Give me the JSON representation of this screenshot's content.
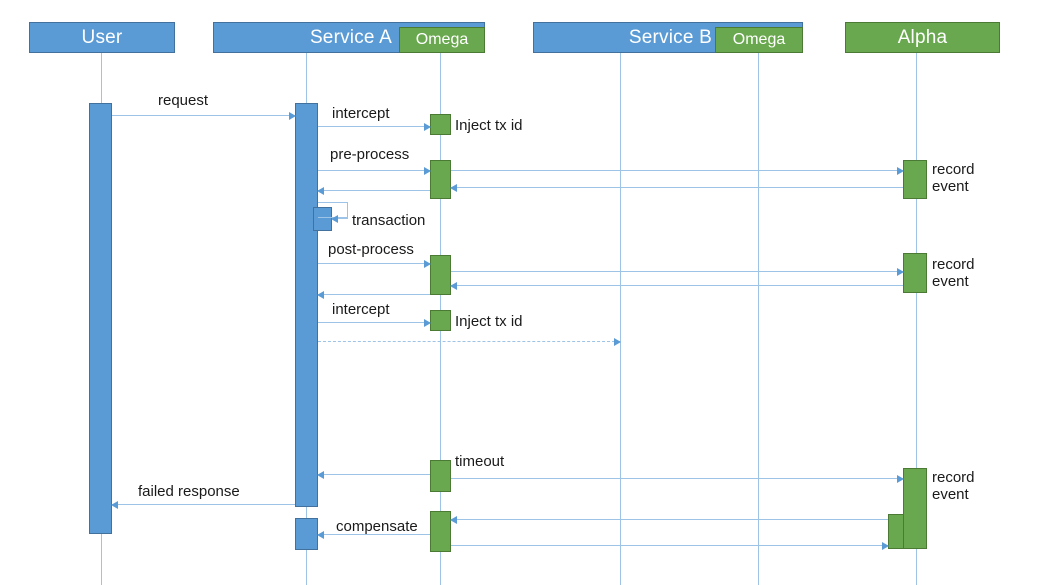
{
  "diagram": {
    "type": "sequence-diagram",
    "colors": {
      "actor_blue": "#5b9bd5",
      "actor_blue_border": "#41719c",
      "agent_green": "#6aa84f",
      "agent_green_border": "#4a7a33",
      "lifeline": "#9dc3e6",
      "text": "#1a1a1a"
    },
    "participants": [
      {
        "id": "user",
        "label": "User",
        "kind": "blue",
        "badge": null
      },
      {
        "id": "servicea",
        "label": "Service A",
        "kind": "blue",
        "badge": "Omega"
      },
      {
        "id": "serviceb",
        "label": "Service B",
        "kind": "blue",
        "badge": "Omega"
      },
      {
        "id": "alpha",
        "label": "Alpha",
        "kind": "green",
        "badge": null
      }
    ],
    "messages": [
      {
        "id": "m1",
        "label": "request",
        "from": "user",
        "to": "servicea",
        "style": "solid"
      },
      {
        "id": "m2",
        "label": "intercept",
        "from": "servicea",
        "to": "omega-a",
        "style": "solid"
      },
      {
        "id": "m3",
        "label": "Inject tx id",
        "from": "omega-a",
        "to": "omega-a",
        "style": "note"
      },
      {
        "id": "m4",
        "label": "pre-process",
        "from": "servicea",
        "to": "omega-a",
        "style": "solid"
      },
      {
        "id": "m5",
        "label": "record event",
        "from": "omega-a",
        "to": "alpha",
        "style": "note"
      },
      {
        "id": "m6",
        "label": "transaction",
        "from": "servicea",
        "to": "servicea",
        "style": "self"
      },
      {
        "id": "m7",
        "label": "post-process",
        "from": "servicea",
        "to": "omega-a",
        "style": "solid"
      },
      {
        "id": "m8",
        "label": "record event",
        "from": "omega-a",
        "to": "alpha",
        "style": "note"
      },
      {
        "id": "m9",
        "label": "intercept",
        "from": "servicea",
        "to": "omega-a",
        "style": "solid"
      },
      {
        "id": "m10",
        "label": "Inject tx id",
        "from": "omega-a",
        "to": "omega-a",
        "style": "note"
      },
      {
        "id": "m11",
        "label": "",
        "from": "servicea",
        "to": "serviceb",
        "style": "dashed"
      },
      {
        "id": "m12",
        "label": "timeout",
        "from": "omega-a",
        "to": "servicea",
        "style": "solid"
      },
      {
        "id": "m13",
        "label": "failed response",
        "from": "servicea",
        "to": "user",
        "style": "solid"
      },
      {
        "id": "m14",
        "label": "compensate",
        "from": "omega-a",
        "to": "servicea",
        "style": "solid"
      },
      {
        "id": "m15",
        "label": "record event",
        "from": "omega-a",
        "to": "alpha",
        "style": "note"
      }
    ],
    "labels": {
      "request": "request",
      "intercept_1": "intercept",
      "inject_tx_id_1": "Inject tx id",
      "pre_process": "pre-process",
      "record_event_1_line1": "record",
      "record_event_1_line2": "event",
      "transaction": "transaction",
      "post_process": "post-process",
      "record_event_2_line1": "record",
      "record_event_2_line2": "event",
      "intercept_2": "intercept",
      "inject_tx_id_2": "Inject tx id",
      "timeout": "timeout",
      "failed_response": "failed response",
      "compensate": "compensate",
      "record_event_3_line1": "record",
      "record_event_3_line2": "event"
    }
  }
}
